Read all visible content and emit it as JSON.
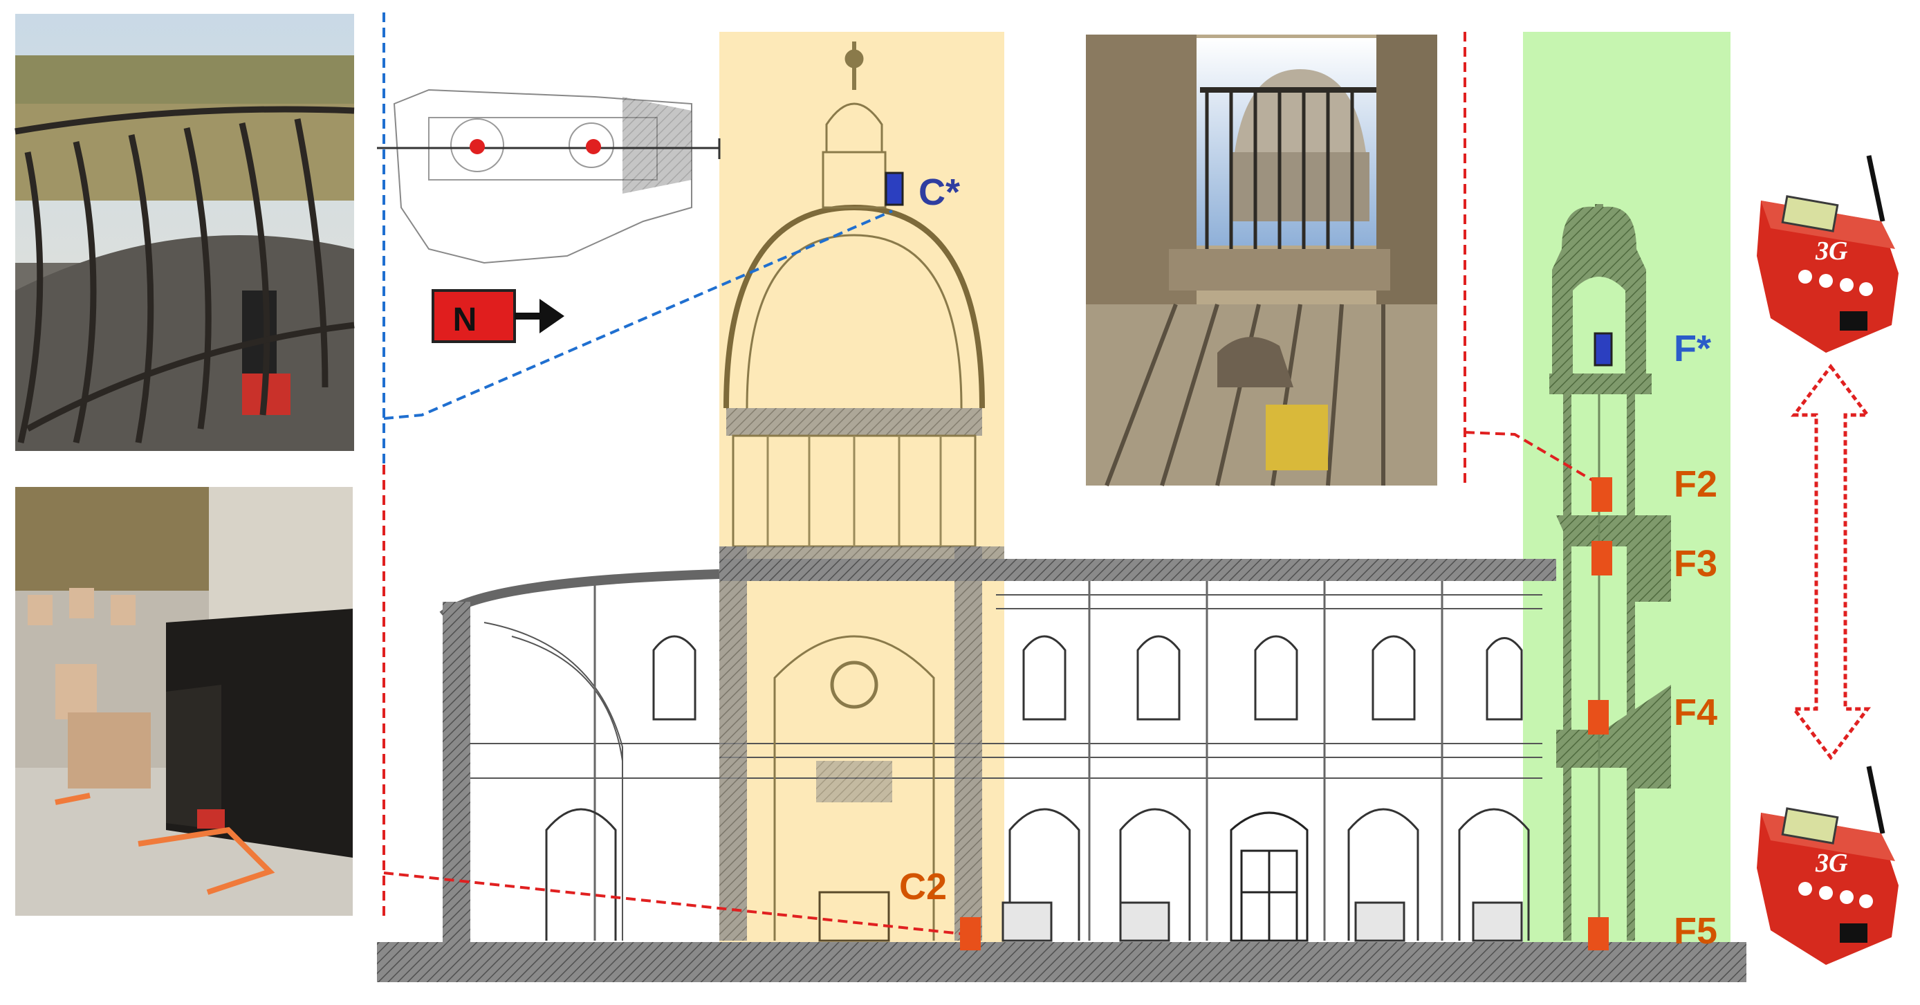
{
  "labels": {
    "c_star": "C*",
    "c2": "C2",
    "f_star": "F*",
    "f2": "F2",
    "f3": "F3",
    "f4": "F4",
    "f5": "F5",
    "north": "N"
  },
  "device": {
    "screen_text": "3G"
  },
  "colors": {
    "dome_band": "#fde9b8",
    "tower_band": "#c6f5b0",
    "sensor_orange": "#e8501a",
    "sensor_blue": "#2b3fc0",
    "leader_red": "#e02020",
    "leader_blue": "#1f6fd0",
    "label_orange": "#d35400",
    "device_red": "#d62a1e",
    "hatch_green": "#5f7a4e",
    "hatch_gray": "#6b6b6b"
  }
}
